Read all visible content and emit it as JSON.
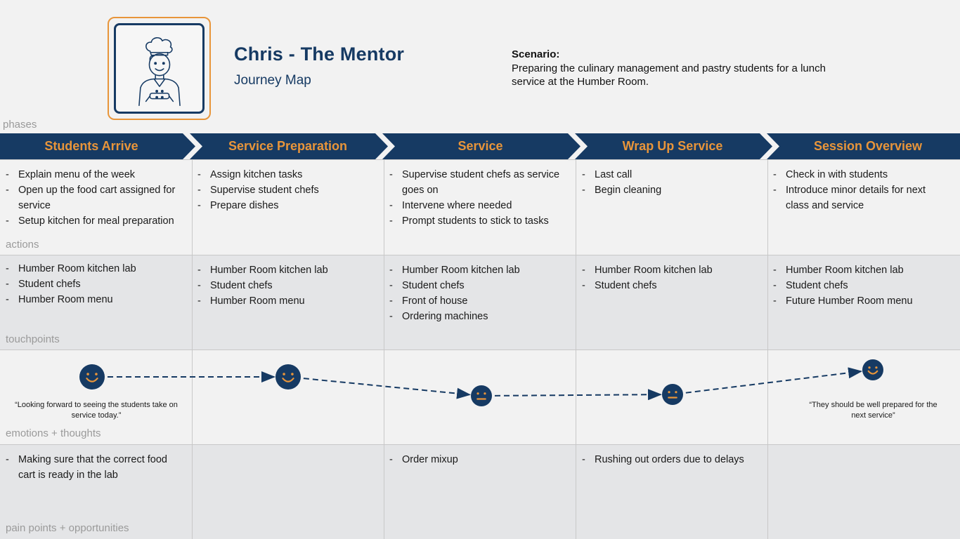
{
  "header": {
    "title": "Chris - The Mentor",
    "subtitle": "Journey Map",
    "scenario_label": "Scenario:",
    "scenario_text": "Preparing the culinary management and pastry students for a lunch service at the Humber Room."
  },
  "colors": {
    "navy": "#163a63",
    "orange": "#e8953a",
    "light_row": "#f2f2f2",
    "grey_row": "#e4e5e7"
  },
  "row_labels": {
    "phases": "phases",
    "actions": "actions",
    "touchpoints": "touchpoints",
    "emotions": "emotions + thoughts",
    "pain_points": "pain points + opportunities"
  },
  "phases": [
    "Students Arrive",
    "Service Preparation",
    "Service",
    "Wrap Up Service",
    "Session Overview"
  ],
  "actions": [
    [
      "Explain menu of the week",
      "Open up the food cart assigned for service",
      "Setup kitchen for meal preparation"
    ],
    [
      "Assign kitchen tasks",
      "Supervise student chefs",
      "Prepare dishes"
    ],
    [
      "Supervise student chefs as service goes on",
      "Intervene where needed",
      "Prompt students to stick to tasks"
    ],
    [
      "Last call",
      "Begin cleaning"
    ],
    [
      "Check in with students",
      "Introduce minor details for next class and service"
    ]
  ],
  "touchpoints": [
    [
      "Humber Room kitchen lab",
      "Student chefs",
      "Humber Room menu"
    ],
    [
      "Humber Room kitchen lab",
      "Student chefs",
      "Humber Room menu"
    ],
    [
      "Humber Room kitchen lab",
      "Student chefs",
      "Front of house",
      "Ordering machines"
    ],
    [
      "Humber Room kitchen lab",
      "Student chefs"
    ],
    [
      "Humber Room kitchen lab",
      "Student chefs",
      "Future Humber Room menu"
    ]
  ],
  "emotions": [
    {
      "mood": "happy"
    },
    {
      "mood": "happy"
    },
    {
      "mood": "neutral"
    },
    {
      "mood": "neutral"
    },
    {
      "mood": "happy"
    }
  ],
  "quotes": {
    "first": "“Looking forward to seeing the students take on service today.”",
    "last": "“They should be well prepared for the next service”"
  },
  "pain_points": [
    [
      "Making sure that the correct food cart is ready in the lab"
    ],
    [],
    [
      "Order mixup"
    ],
    [
      "Rushing out orders due to delays"
    ],
    []
  ]
}
